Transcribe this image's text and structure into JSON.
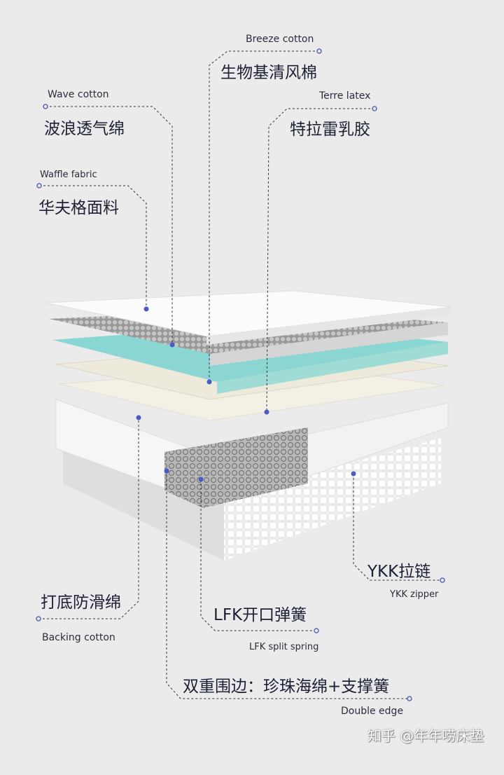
{
  "colors": {
    "background": "#ebebeb",
    "text": "#1c2035",
    "marker": "#4a5bc4"
  },
  "labels": {
    "breeze": {
      "en": "Breeze cotton",
      "cn": "生物基清风棉"
    },
    "wave": {
      "en": "Wave cotton",
      "cn": "波浪透气绵"
    },
    "waffle": {
      "en": "Waffle fabric",
      "cn": "华夫格面料"
    },
    "terre": {
      "en": "Terre latex",
      "cn": "特拉雷乳胶"
    },
    "backing": {
      "en": "Backing cotton",
      "cn": "打底防滑绵"
    },
    "lfk": {
      "en": "LFK split spring",
      "cn": "LFK开口弹簧"
    },
    "ykk": {
      "en": "YKK zipper",
      "cn": "YKK拉链"
    },
    "double_edge": {
      "en": "Double edge",
      "cn": "双重围边：珍珠海绵+支撑簧"
    }
  },
  "watermark": "知乎 @年年唠床垫"
}
